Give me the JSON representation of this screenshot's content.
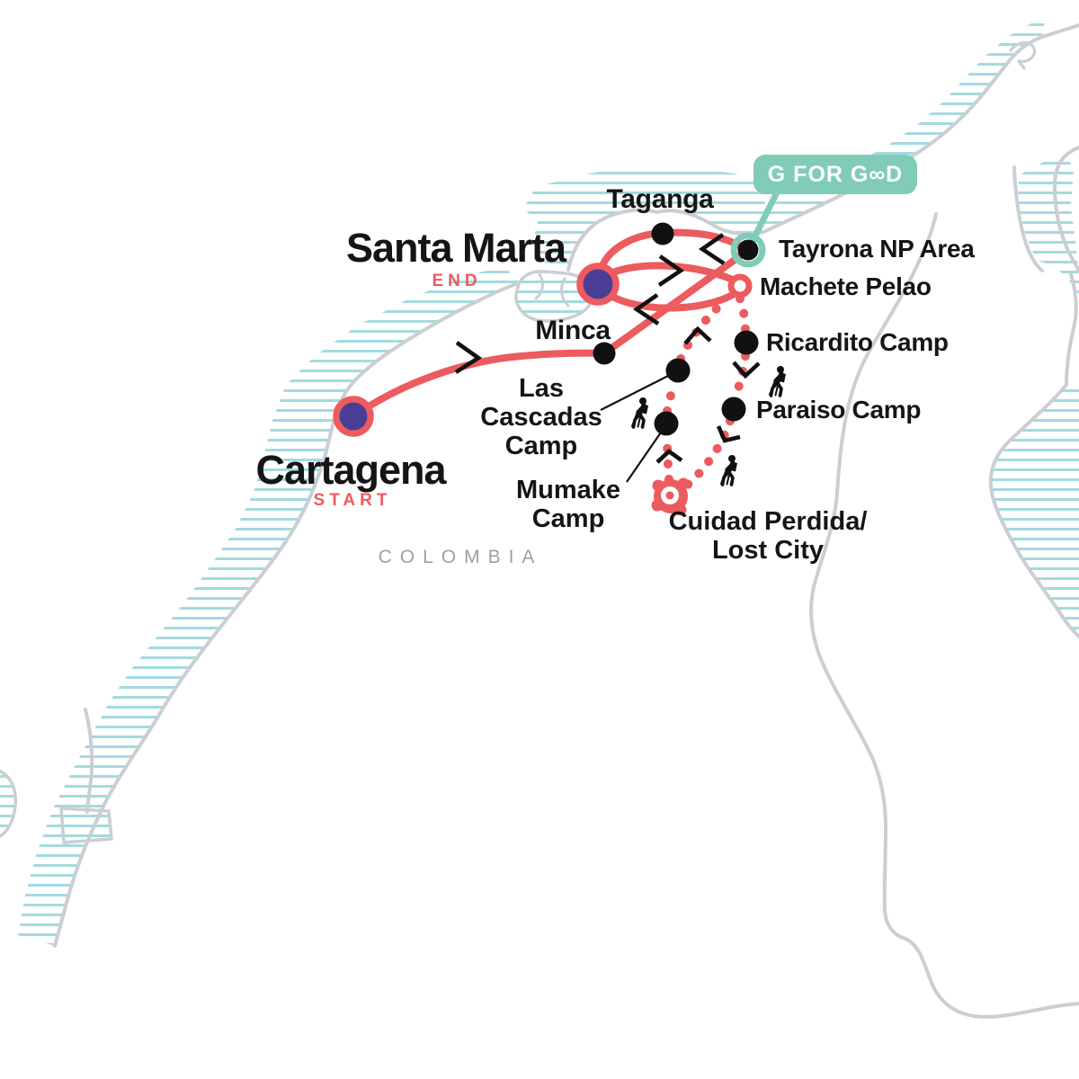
{
  "map": {
    "country_label": "COLOMBIA",
    "badge": {
      "label": "G FOR G∞D"
    },
    "places": {
      "cartagena": {
        "name": "Cartagena",
        "tag": "START"
      },
      "santa_marta": {
        "name": "Santa Marta",
        "tag": "END"
      },
      "taganga": {
        "name": "Taganga"
      },
      "minca": {
        "name": "Minca"
      },
      "tayrona_np": {
        "name": "Tayrona NP Area"
      },
      "machete_pelao": {
        "name": "Machete Pelao"
      },
      "ricardito": {
        "name": "Ricardito Camp"
      },
      "paraiso": {
        "name": "Paraiso Camp"
      },
      "las_cascadas": {
        "lines": [
          "Las",
          "Cascadas",
          "Camp"
        ]
      },
      "mumake": {
        "lines": [
          "Mumake",
          "Camp"
        ]
      },
      "cuidad_perdida": {
        "lines": [
          "Cuidad Perdida/",
          "Lost City"
        ]
      }
    },
    "routes": {
      "road_solid": [
        {
          "from": "Cartagena",
          "to": "Minca"
        },
        {
          "from": "Minca",
          "to": "Tayrona NP Area"
        },
        {
          "from": "Santa Marta",
          "to": "Taganga"
        },
        {
          "from": "Taganga",
          "to": "Tayrona NP Area"
        },
        {
          "from": "Santa Marta",
          "to": "Machete Pelao"
        },
        {
          "from": "Machete Pelao",
          "to": "Santa Marta"
        }
      ],
      "trek_dotted": [
        "Machete Pelao",
        "Ricardito Camp",
        "Paraiso Camp",
        "Cuidad Perdida/Lost City",
        "Mumake Camp",
        "Las Cascadas Camp",
        "Machete Pelao"
      ]
    }
  },
  "theme": {
    "coral": "#ec5b5e",
    "purple": "#4a3d96",
    "teal": "#80ccb9",
    "hatch": "#a3dade",
    "coast": "#cbced2",
    "ink": "#151515",
    "muted": "#9aa0a6"
  }
}
